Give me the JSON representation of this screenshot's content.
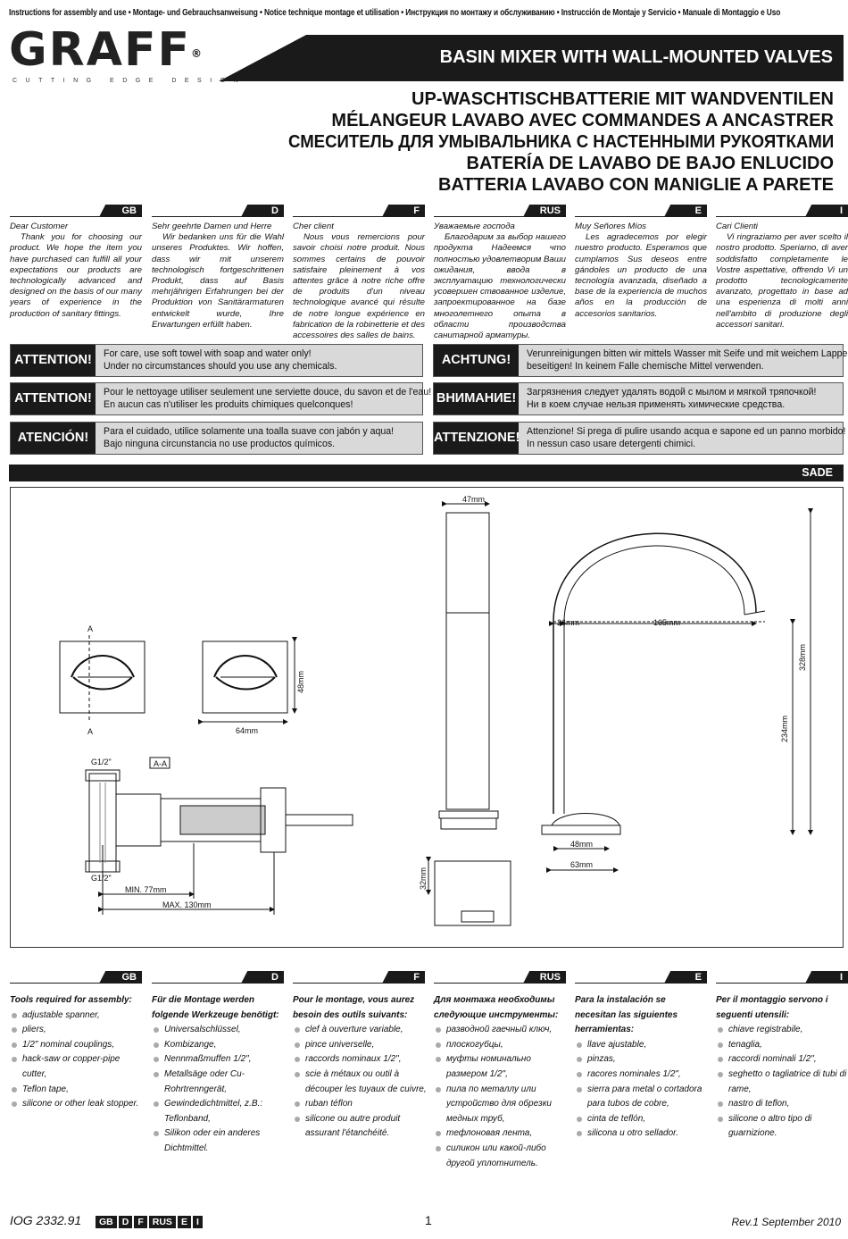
{
  "header": {
    "languages_line": "Instructions for assembly and use • Montage- und Gebrauchsanweisung • Notice technique montage et utilisation • Инструкция по монтажу и обслуживанию • Instrucción de Montaje y Servicio • Manuale di Montaggio e Uso",
    "logo": "GRAFF",
    "logo_mark": "®",
    "tagline": "CUTTING EDGE DESIGN",
    "title": "BASIN MIXER WITH WALL-MOUNTED VALVES",
    "subtitles": [
      "UP-WASCHTISCHBATTERIE MIT WANDVENTILEN",
      "MÉLANGEUR LAVABO AVEC COMMANDES A ANCASTRER",
      "СМЕСИТЕЛЬ ДЛЯ УМЫВАЛЬНИКА С НАСТЕННЫМИ  РУКОЯТКАМИ",
      "BATERÍA DE LAVABO DE BAJO ENLUCIDO",
      "BATTERIA LAVABO CON MANIGLIE A PARETE"
    ]
  },
  "intro": [
    {
      "lang": "GB",
      "greeting": "Dear Customer",
      "text": "Thank you for choosing our product. We hope the item you have purchased can fulfill all your expectations our products are technologically advanced and designed on the basis of our many years of experience in the production of sanitary fittings."
    },
    {
      "lang": "D",
      "greeting": "Sehr geehrte Damen und Herre",
      "text": "Wir bedanken uns für die Wahl unseres Produktes. Wir hoffen, dass wir mit unserem technologisch fortgeschrittenen Produkt, dass auf Basis mehrjährigen Erfahrungen bei der Produktion von Sanitärarmaturen entwickelt wurde, Ihre Erwartungen erfüllt haben."
    },
    {
      "lang": "F",
      "greeting": "Cher client",
      "text": "Nous vous remercions pour savoir choisi notre produit. Nous sommes certains de pouvoir satisfaire pleinement à vos attentes grâce à notre riche offre de produits d'un niveau technologique avancé qui résulte de notre longue expérience en fabrication de la robinetterie et des accessoires des salles de bains."
    },
    {
      "lang": "RUS",
      "greeting": "Уважаемые господа",
      "text": "Благодарим за выбор нашего продукта Надеемся что полностью удовлетворим Ваши ожидания, ввода в эксплуатацию технологически усовершен ствованное изделие, запроектированное на базе многолетнего опыта в области производства санитарной арматуры."
    },
    {
      "lang": "E",
      "greeting": "Muy Señores Míos",
      "text": "Les agradecemos por elegir nuestro producto. Esperamos que cumplamos Sus deseos entre gándoles un producto de una tecnología avanzada, diseñado a base de la experiencia de muchos años en la producción de accesorios sanitarios."
    },
    {
      "lang": "I",
      "greeting": "Cari Clienti",
      "text": "Vi ringraziamo per aver scelto il nostro prodotto. Speriamo, di aver soddisfatto completamente le Vostre aspettative, offrendo Vi un prodotto tecnologicamente avanzato, progettato in base ad una esperienza di molti anni nell'ambito di produzione degli accessori sanitari."
    }
  ],
  "attention": [
    {
      "label": "ATTENTION!",
      "line1": "For care, use soft towel with soap and water only!",
      "line2": "Under no circumstances should you use any chemicals."
    },
    {
      "label": "ACHTUNG!",
      "line1": "Verunreinigungen bitten wir mittels Wasser mit Seife und mit weichem Lappen",
      "line2": "beseitigen! In keinem Falle chemische Mittel verwenden."
    },
    {
      "label": "ATTENTION!",
      "line1": "Pour le nettoyage utiliser seulement une serviette douce, du savon et de l'eau!",
      "line2": "En aucun cas n'utiliser les produits chimiques quelconques!"
    },
    {
      "label": "ВНИМАНИЕ!",
      "line1": "Загрязнения следует удалять водой с мылом и мягкой тряпочкой!",
      "line2": "Ни в коем случае нельзя применять химические средства."
    },
    {
      "label": "ATENCIÓN!",
      "line1": "Para el cuidado, utilice solamente una toalla suave con jabón y aqua!",
      "line2": "Bajo ninguna circunstancia no use productos químicos."
    },
    {
      "label": "ATTENZIONE!",
      "line1": "Attenzione! Si prega di pulire usando acqua e sapone ed un panno morbido!",
      "line2": "In nessun caso usare detergenti chimici."
    }
  ],
  "product": "SADE",
  "dims": {
    "a1": "A",
    "a2": "A",
    "d48": "48mm",
    "d64": "64mm",
    "g1": "G1/2\"",
    "g2": "G1/2\"",
    "aa": "A-A",
    "min": "MIN. 77mm",
    "max": "MAX. 130mm",
    "d47": "47mm",
    "d26": "26mm",
    "d165": "165mm",
    "d328": "328mm",
    "d234": "234mm",
    "d48b": "48mm",
    "d63": "63mm",
    "d32": "32mm"
  },
  "tools": [
    {
      "lang": "GB",
      "head": "Tools required for assembly:",
      "items": [
        "adjustable spanner,",
        "pliers,",
        "1/2\" nominal couplings,",
        "hack-saw or copper-pipe cutter,",
        "Teflon tape,",
        "silicone or other leak stopper."
      ]
    },
    {
      "lang": "D",
      "head": "Für die Montage werden folgende Werkzeuge benötigt:",
      "items": [
        "Universalschlüssel,",
        "Kombizange,",
        "Nennmaßmuffen 1/2\",",
        "Metallsäge oder Cu-Rohrtrenngerät,",
        "Gewindedichtmittel, z.B.: Teflonband,",
        "Silikon oder ein anderes Dichtmittel."
      ]
    },
    {
      "lang": "F",
      "head": "Pour le montage, vous aurez besoin des outils suivants:",
      "items": [
        "clef à ouverture variable,",
        "pince universelle,",
        "raccords nominaux 1/2\",",
        "scie à métaux ou outil à découper les tuyaux de cuivre,",
        "ruban téflon",
        "silicone ou autre produit assurant l'étanchéité."
      ]
    },
    {
      "lang": "RUS",
      "head": "Для монтажа необходимы следующие инструменты:",
      "items": [
        "разводной гаечный ключ,",
        "плоскогубцы,",
        "муфты номинально размером 1/2\",",
        "пила по металлу или устройство для обрезки медных труб,",
        "тефлоновая лента,",
        "силикон или какой-либо другой уплотнитель."
      ]
    },
    {
      "lang": "E",
      "head": "Para la instalación se necesitan las siguientes herramientas:",
      "items": [
        "llave ajustable,",
        "pinzas,",
        "racores nominales 1/2\",",
        "sierra para metal o cortadora para tubos de cobre,",
        "cinta de teflón,",
        "silicona u otro sellador."
      ]
    },
    {
      "lang": "I",
      "head": "Per il montaggio servono i seguenti utensili:",
      "items": [
        "chiave registrabile,",
        "tenaglia,",
        "raccordi nominali 1/2\",",
        "seghetto o tagliatrice di tubi di rame,",
        "nastro di teflon,",
        "silicone o altro tipo di guarnizione."
      ]
    }
  ],
  "footer": {
    "code": "IOG 2332.91",
    "langs": [
      "GB",
      "D",
      "F",
      "RUS",
      "E",
      "I"
    ],
    "page": "1",
    "rev": "Rev.1  September 2010"
  }
}
